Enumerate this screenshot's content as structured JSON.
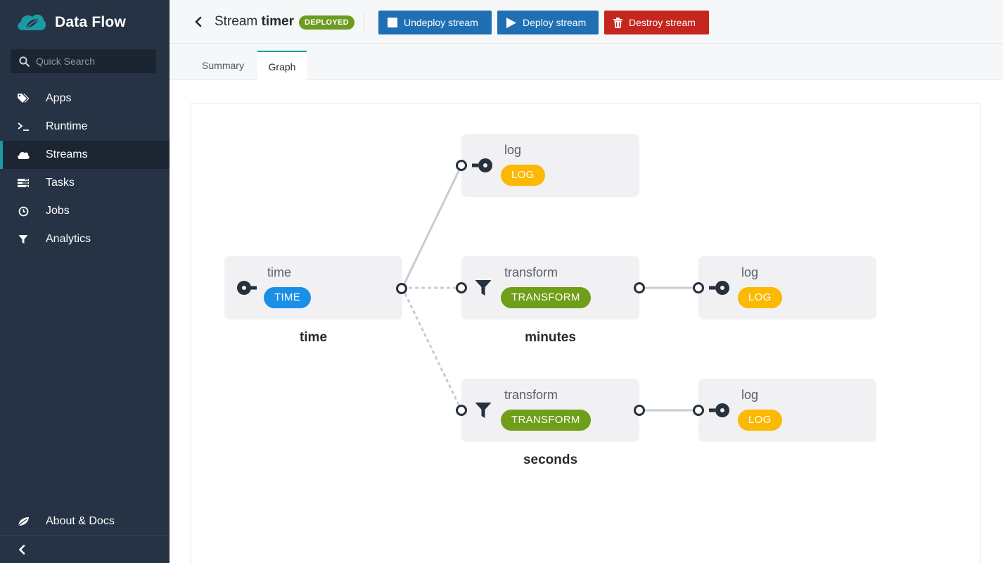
{
  "sidebar": {
    "brand": "Data Flow",
    "search_placeholder": "Quick Search",
    "items": [
      {
        "label": "Apps",
        "icon": "tags-icon"
      },
      {
        "label": "Runtime",
        "icon": "terminal-icon"
      },
      {
        "label": "Streams",
        "icon": "cloud-icon",
        "active": true
      },
      {
        "label": "Tasks",
        "icon": "tasks-icon"
      },
      {
        "label": "Jobs",
        "icon": "clock-icon"
      },
      {
        "label": "Analytics",
        "icon": "filter-icon"
      }
    ],
    "about": "About & Docs"
  },
  "header": {
    "title_prefix": "Stream",
    "title_name": "timer",
    "status": "DEPLOYED",
    "undeploy_label": "Undeploy stream",
    "deploy_label": "Deploy stream",
    "destroy_label": "Destroy stream"
  },
  "tabs": [
    {
      "label": "Summary",
      "active": false
    },
    {
      "label": "Graph",
      "active": true
    }
  ],
  "graph": {
    "nodes": [
      {
        "id": "time",
        "label": "time",
        "tag": "TIME",
        "name": "time"
      },
      {
        "id": "log-top",
        "label": "log",
        "tag": "LOG",
        "name": ""
      },
      {
        "id": "transform-minutes",
        "label": "transform",
        "tag": "TRANSFORM",
        "name": "minutes"
      },
      {
        "id": "log-minutes",
        "label": "log",
        "tag": "LOG",
        "name": ""
      },
      {
        "id": "transform-seconds",
        "label": "transform",
        "tag": "TRANSFORM",
        "name": "seconds"
      },
      {
        "id": "log-seconds",
        "label": "log",
        "tag": "LOG",
        "name": ""
      }
    ]
  },
  "colors": {
    "sidebar_bg": "#253344",
    "accent": "#1b9aa5",
    "primary_button": "#1f6fb5",
    "danger_button": "#c6261e",
    "deployed_badge": "#6d9b20",
    "tag_time": "#1a8fe8",
    "tag_log": "#fbb903",
    "tag_transform": "#6f9e18"
  }
}
